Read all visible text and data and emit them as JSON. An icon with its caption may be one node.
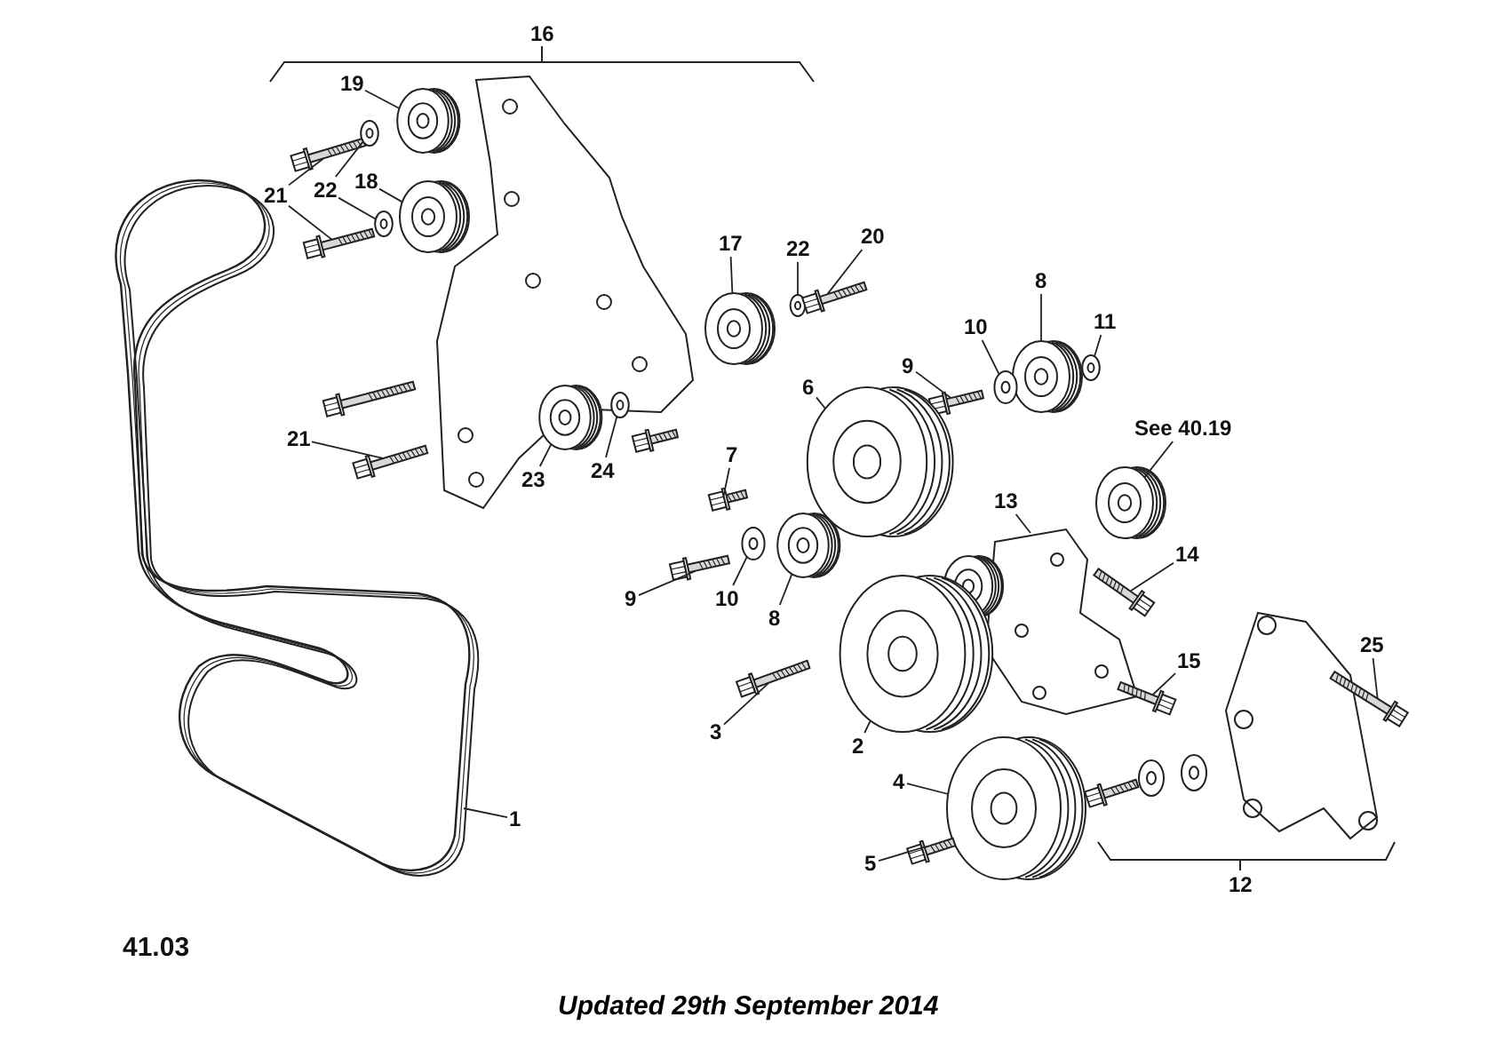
{
  "diagram": {
    "caption": "Updated 29th September 2014",
    "nodes": [
      {
        "text": [
          "19"
        ]
      },
      {
        "text": [
          "21"
        ]
      },
      {
        "text": [
          "22"
        ]
      },
      {
        "text": [
          "18"
        ]
      },
      {
        "text": [
          "17"
        ]
      },
      {
        "text": [
          "22"
        ]
      },
      {
        "text": [
          "20"
        ]
      },
      {
        "text": [
          "8"
        ]
      },
      {
        "text": [
          "10"
        ]
      },
      {
        "text": [
          "11"
        ]
      },
      {
        "text": [
          "9"
        ]
      },
      {
        "text": [
          "6"
        ]
      },
      {
        "text": [
          "7"
        ]
      },
      {
        "text": [
          "See 40.19"
        ]
      },
      {
        "text": [
          "21"
        ]
      },
      {
        "text": [
          "23"
        ]
      },
      {
        "text": [
          "24"
        ]
      },
      {
        "text": [
          "13"
        ]
      },
      {
        "text": [
          "14"
        ]
      },
      {
        "text": [
          "9"
        ]
      },
      {
        "text": [
          "10"
        ]
      },
      {
        "text": [
          "8"
        ]
      },
      {
        "text": [
          "3"
        ]
      },
      {
        "text": [
          "2"
        ]
      },
      {
        "text": [
          "15"
        ]
      },
      {
        "text": [
          "25"
        ]
      },
      {
        "text": [
          "4"
        ]
      },
      {
        "text": [
          "5"
        ]
      },
      {
        "text": [
          "1"
        ]
      },
      {
        "text": [],
        "shape": "picture"
      },
      {
        "text": [],
        "shape": "picture"
      },
      {
        "text": [],
        "shape": "picture"
      },
      {
        "text": [],
        "shape": "picture"
      },
      {
        "text": [],
        "shape": "picture"
      },
      {
        "text": [],
        "shape": "picture"
      },
      {
        "text": [],
        "shape": "picture"
      },
      {
        "text": [],
        "shape": "picture"
      },
      {
        "text": [],
        "shape": "picture"
      },
      {
        "text": [],
        "shape": "picture"
      },
      {
        "text": [],
        "shape": "picture"
      },
      {
        "text": [],
        "shape": "picture"
      },
      {
        "text": [],
        "shape": "picture"
      },
      {
        "text": [],
        "shape": "picture"
      },
      {
        "text": [],
        "shape": "picture"
      },
      {
        "text": [],
        "shape": "picture"
      },
      {
        "text": [],
        "shape": "picture"
      },
      {
        "text": [],
        "shape": "picture"
      },
      {
        "text": [],
        "shape": "picture"
      },
      {
        "text": [],
        "shape": "picture"
      },
      {
        "text": [],
        "shape": "picture"
      },
      {
        "text": [],
        "shape": "picture"
      },
      {
        "text": [],
        "shape": "picture"
      },
      {
        "text": [],
        "shape": "picture"
      },
      {
        "text": [],
        "shape": "picture"
      },
      {
        "text": [],
        "shape": "picture"
      },
      {
        "text": [],
        "shape": "picture"
      },
      {
        "text": [],
        "shape": "picture"
      },
      {
        "text": [],
        "shape": "picture"
      },
      {
        "text": [],
        "shape": "picture"
      },
      {
        "text": [],
        "shape": "picture"
      }
    ],
    "edges": [
      {
        "from": 0,
        "to": 29,
        "arrow": "none"
      },
      {
        "from": 1,
        "to": 30,
        "arrow": "none"
      },
      {
        "from": 1,
        "to": 31,
        "arrow": "none"
      },
      {
        "from": 2,
        "to": 32,
        "arrow": "none"
      },
      {
        "from": 2,
        "to": 33,
        "arrow": "none"
      },
      {
        "from": 3,
        "to": 34,
        "arrow": "none"
      },
      {
        "from": 4,
        "to": 35,
        "arrow": "none"
      },
      {
        "from": 5,
        "to": 36,
        "arrow": "none"
      },
      {
        "from": 6,
        "to": 37,
        "arrow": "none"
      },
      {
        "from": 7,
        "to": 38,
        "arrow": "none"
      },
      {
        "from": 8,
        "to": 39,
        "arrow": "none"
      },
      {
        "from": 9,
        "to": 40,
        "arrow": "none"
      },
      {
        "from": 10,
        "to": 41,
        "arrow": "none"
      },
      {
        "from": 11,
        "to": 42,
        "arrow": "none"
      },
      {
        "from": 12,
        "to": 43,
        "arrow": "none"
      },
      {
        "from": 13,
        "to": 44,
        "arrow": "none"
      },
      {
        "from": 14,
        "to": 45,
        "arrow": "none"
      },
      {
        "from": 15,
        "to": 46,
        "arrow": "none"
      },
      {
        "from": 16,
        "to": 47,
        "arrow": "none"
      },
      {
        "from": 17,
        "to": 48,
        "arrow": "none"
      },
      {
        "from": 18,
        "to": 49,
        "arrow": "none"
      },
      {
        "from": 19,
        "to": 50,
        "arrow": "none"
      },
      {
        "from": 20,
        "to": 51,
        "arrow": "none"
      },
      {
        "from": 21,
        "to": 52,
        "arrow": "none"
      },
      {
        "from": 22,
        "to": 53,
        "arrow": "none"
      },
      {
        "from": 23,
        "to": 54,
        "arrow": "none"
      },
      {
        "from": 24,
        "to": 55,
        "arrow": "none"
      },
      {
        "from": 25,
        "to": 56,
        "arrow": "none"
      },
      {
        "from": 26,
        "to": 57,
        "arrow": "none"
      },
      {
        "from": 27,
        "to": 58,
        "arrow": "none"
      },
      {
        "from": 28,
        "to": 59,
        "arrow": "none"
      }
    ],
    "labels": [
      "16",
      "12",
      "41.03"
    ]
  }
}
